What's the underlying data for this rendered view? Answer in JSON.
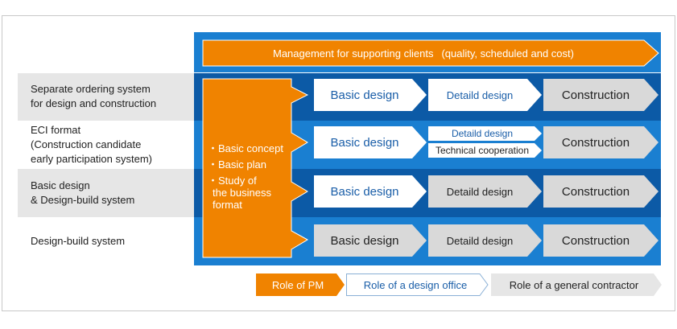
{
  "management": {
    "label": "Management for supporting clients",
    "sub": "(quality, scheduled and cost)"
  },
  "rows": [
    {
      "lines": [
        "Separate ordering system",
        "for design and construction"
      ],
      "shade": "gray"
    },
    {
      "lines": [
        "ECI format",
        "(Construction candidate",
        "early participation system)"
      ],
      "shade": "white"
    },
    {
      "lines": [
        "Basic design",
        "& Design-build system"
      ],
      "shade": "gray"
    },
    {
      "lines": [
        "Design-build system"
      ],
      "shade": "white"
    }
  ],
  "pm_tasks": [
    "・Basic concept",
    "・Basic plan",
    "・Study of",
    "the business",
    "format"
  ],
  "stages": {
    "basic": "Basic design",
    "detail": "Detaild design",
    "tech": "Technical cooperation",
    "construction": "Construction"
  },
  "legend": {
    "pm": "Role of PM",
    "design_office": "Role of a design office",
    "contractor": "Role of a general contractor"
  },
  "colors": {
    "orange": "#f08300",
    "dark_blue": "#0c5aa6",
    "mid_blue": "#1a7fd1",
    "gray_box": "#d9d9d9",
    "text_blue": "#1a5ea8"
  }
}
